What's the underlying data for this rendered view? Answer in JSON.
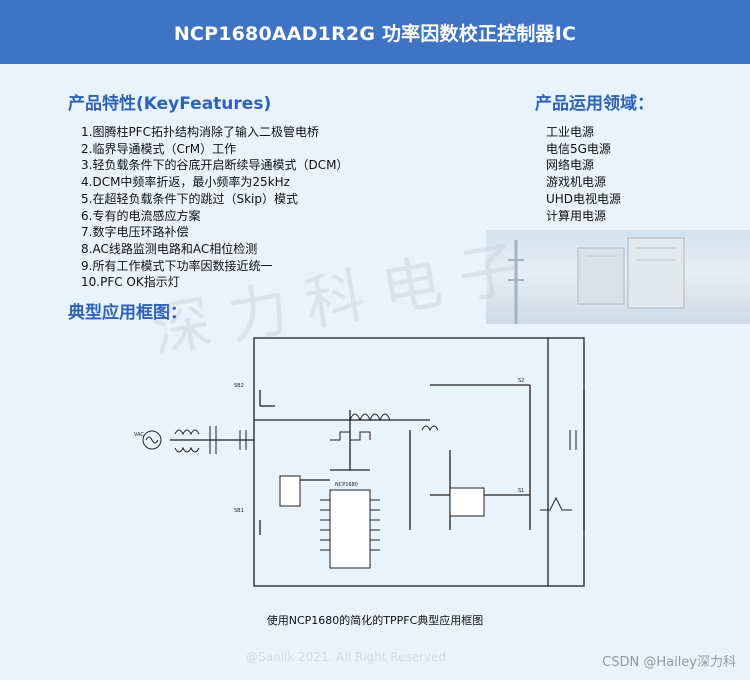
{
  "header": {
    "title": "NCP1680AAD1R2G 功率因数校正控制器IC"
  },
  "features": {
    "title": "产品特性(KeyFeatures)",
    "items": [
      "1.图腾柱PFC拓扑结构消除了输入二极管电桥",
      "2.临界导通模式（CrM）工作",
      "3.轻负载条件下的谷底开启断续导通模式（DCM）",
      "4.DCM中频率折返，最小频率为25kHz",
      "5.在超轻负载条件下的跳过（Skip）模式",
      "6.专有的电流感应方案",
      "7.数字电压环路补偿",
      "8.AC线路监测电路和AC相位检测",
      "9.所有工作模式下功率因数接近统一",
      "10.PFC OK指示灯"
    ]
  },
  "applications": {
    "title": "产品运用领域：",
    "items": [
      "工业电源",
      "电信5G电源",
      "网络电源",
      "游戏机电源",
      "UHD电视电源",
      "计算用电源"
    ]
  },
  "diagram": {
    "title": "典型应用框图：",
    "caption": "使用NCP1680的简化的TPPFC典型应用框图",
    "chip_label": "NCP1680",
    "labels": {
      "sb2": "SB2",
      "sb1": "SB1",
      "s2": "S2",
      "s1": "S1",
      "vac": "VAC"
    }
  },
  "watermark": "深力科电子",
  "copyright": "@Sanlik 2021. All Right Reserved.",
  "csdn": "CSDN @Hailey深力科"
}
